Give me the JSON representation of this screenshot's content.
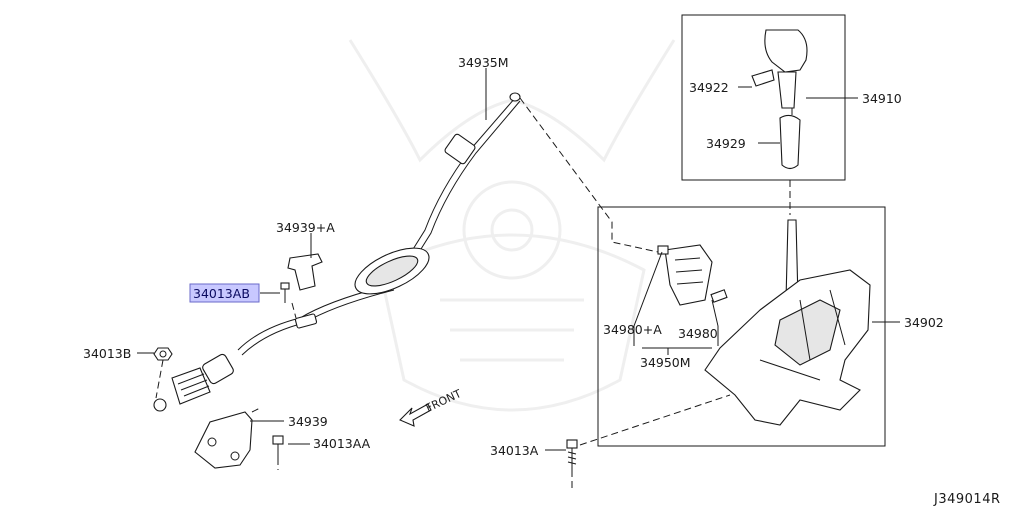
{
  "diagram": {
    "labels": {
      "p34935M": "34935M",
      "p34939A": "34939+A",
      "p34013AB": "34013AB",
      "p34013B": "34013B",
      "p34939": "34939",
      "p34013AA": "34013AA",
      "p34013A": "34013A",
      "p34922": "34922",
      "p34929": "34929",
      "p34910": "34910",
      "p34902": "34902",
      "p34980A": "34980+A",
      "p34980": "34980",
      "p34950M": "34950M",
      "front": "FRONT"
    },
    "highlight_color": "#c8c8ff",
    "reference_code": "J349014R"
  }
}
